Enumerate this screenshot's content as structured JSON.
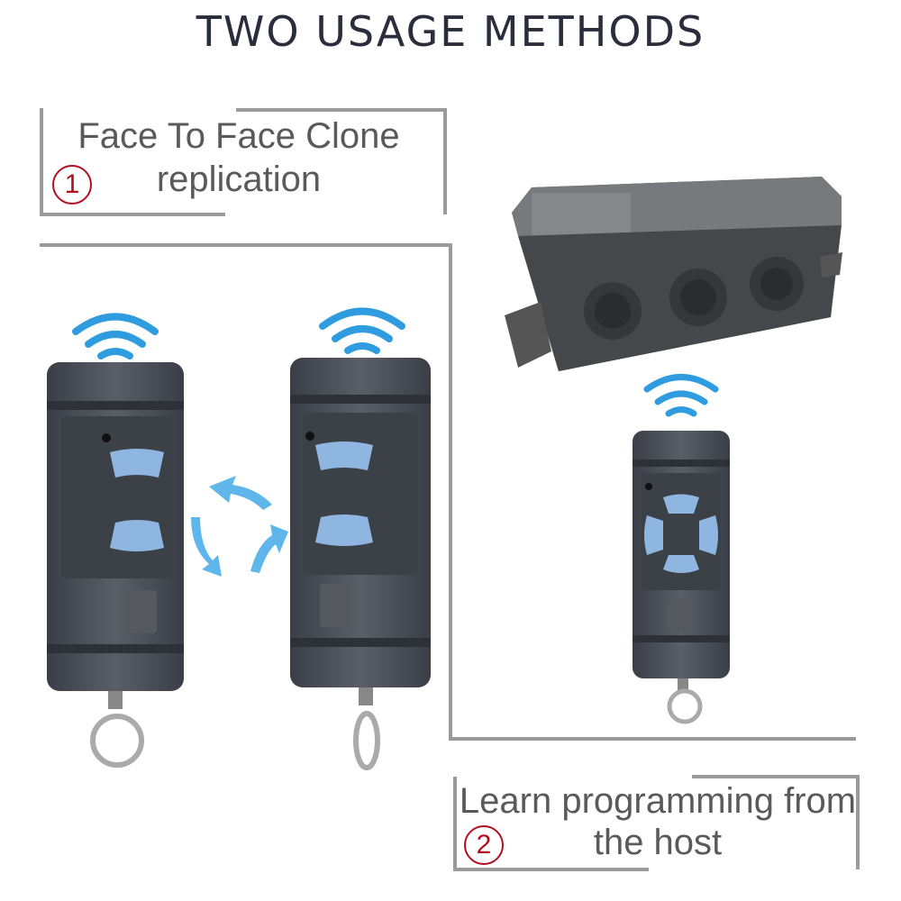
{
  "title": "TWO USAGE METHODS",
  "methods": [
    {
      "number": "1",
      "line1": "Face To Face Clone",
      "line2": "replication"
    },
    {
      "number": "2",
      "line1": "Learn programming from",
      "line2": "the host"
    }
  ],
  "colors": {
    "title": "#2a2e3c",
    "caption": "#5a5a5a",
    "number": "#b00f1f",
    "frame": "#8a8a8a",
    "remote_body": "#4c5058",
    "button": "#8fb6e0",
    "signal": "#2f9ce0",
    "arrow": "#5fb6ea"
  },
  "icons": [
    "wifi-signal-icon",
    "circular-arrows-icon",
    "remote-control-icon",
    "receiver-box-icon",
    "key-ring-icon"
  ]
}
